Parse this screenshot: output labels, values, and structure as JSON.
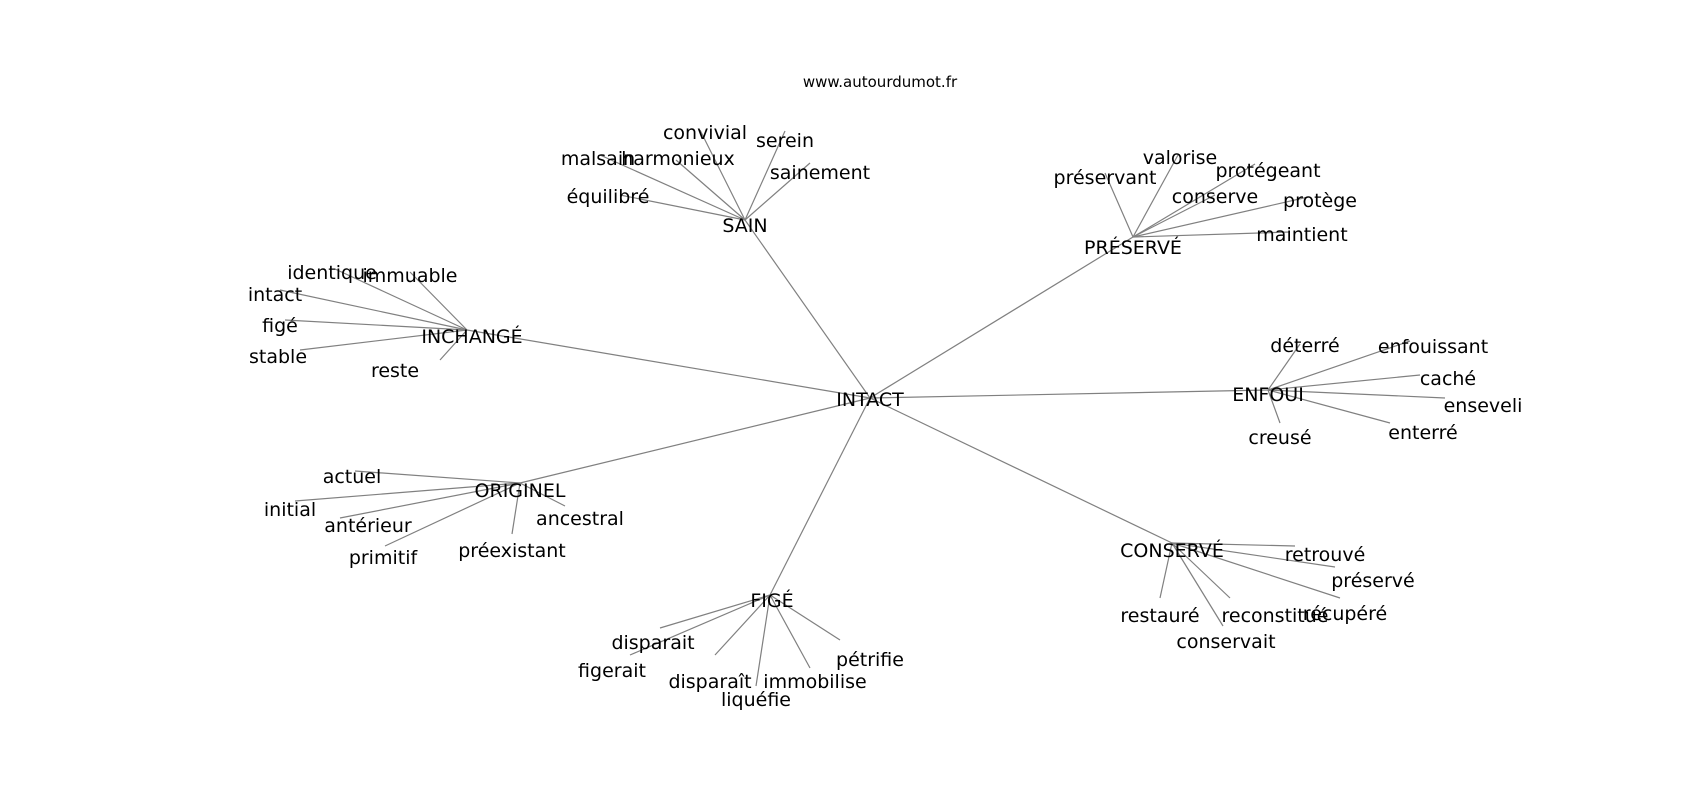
{
  "site": "www.autourdumot.fr",
  "center": "INTACT",
  "clusters": [
    {
      "hub": "SAIN",
      "leaves": [
        "convivial",
        "serein",
        "malsain",
        "harmonieux",
        "sainement",
        "équilibré"
      ]
    },
    {
      "hub": "PRÉSERVÉ",
      "leaves": [
        "valorise",
        "préservant",
        "protégeant",
        "conserve",
        "protège",
        "maintient"
      ]
    },
    {
      "hub": "INCHANGÉ",
      "leaves": [
        "identique",
        "immuable",
        "intact",
        "figé",
        "stable",
        "reste"
      ]
    },
    {
      "hub": "ENFOUI",
      "leaves": [
        "déterré",
        "enfouissant",
        "caché",
        "enseveli",
        "creusé",
        "enterré"
      ]
    },
    {
      "hub": "ORIGINEL",
      "leaves": [
        "actuel",
        "initial",
        "antérieur",
        "ancestral",
        "primitif",
        "préexistant"
      ]
    },
    {
      "hub": "CONSERVÉ",
      "leaves": [
        "retrouvé",
        "préservé",
        "restauré",
        "reconstitué",
        "récupéré",
        "conservait"
      ]
    },
    {
      "hub": "FIGÉ",
      "leaves": [
        "disparait",
        "figerait",
        "disparaît",
        "pétrifie",
        "immobilise",
        "liquéfie"
      ]
    }
  ]
}
